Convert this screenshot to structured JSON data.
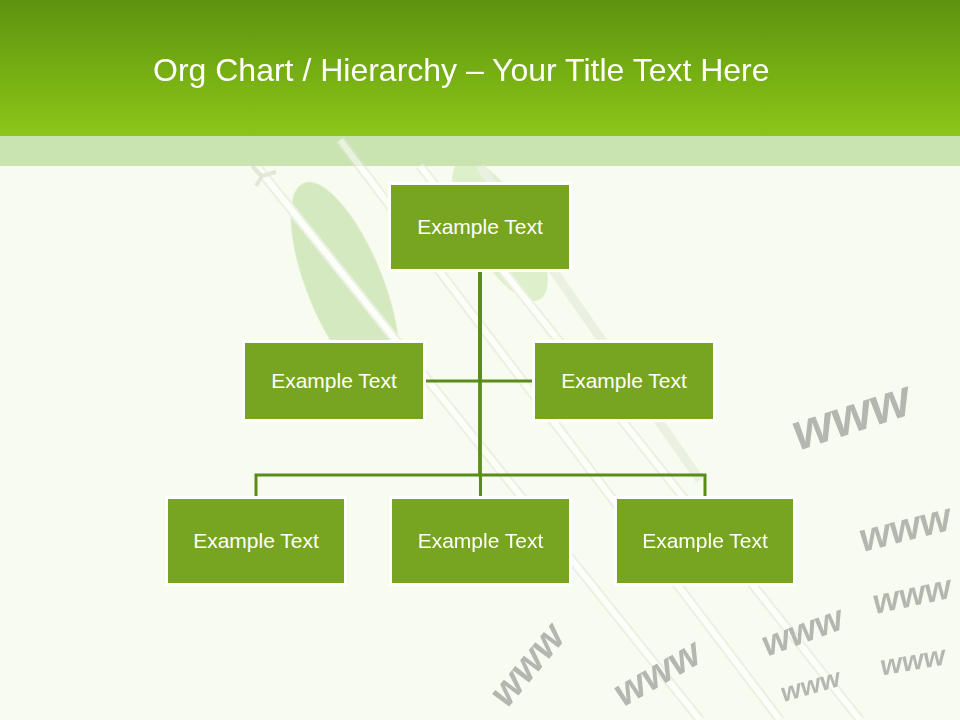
{
  "diagram": {
    "title": "Org Chart / Hierarchy – Your Title Text Here",
    "nodes": [
      {
        "text": [
          "Example Text"
        ]
      },
      {
        "text": [
          "Example Text"
        ]
      },
      {
        "text": [
          "Example Text"
        ]
      },
      {
        "text": [
          "Example Text"
        ]
      },
      {
        "text": [
          "Example Text"
        ]
      },
      {
        "text": [
          "Example Text"
        ]
      }
    ],
    "edges": [
      {
        "from": 0,
        "to": 1,
        "arrow": "none"
      },
      {
        "from": 0,
        "to": 2,
        "arrow": "none"
      },
      {
        "from": 0,
        "to": 3,
        "arrow": "none"
      },
      {
        "from": 0,
        "to": 4,
        "arrow": "none"
      },
      {
        "from": 0,
        "to": 5,
        "arrow": "none"
      }
    ],
    "labels": [
      "www",
      "www",
      "www",
      "www",
      "www",
      "www",
      "www",
      "www"
    ]
  }
}
